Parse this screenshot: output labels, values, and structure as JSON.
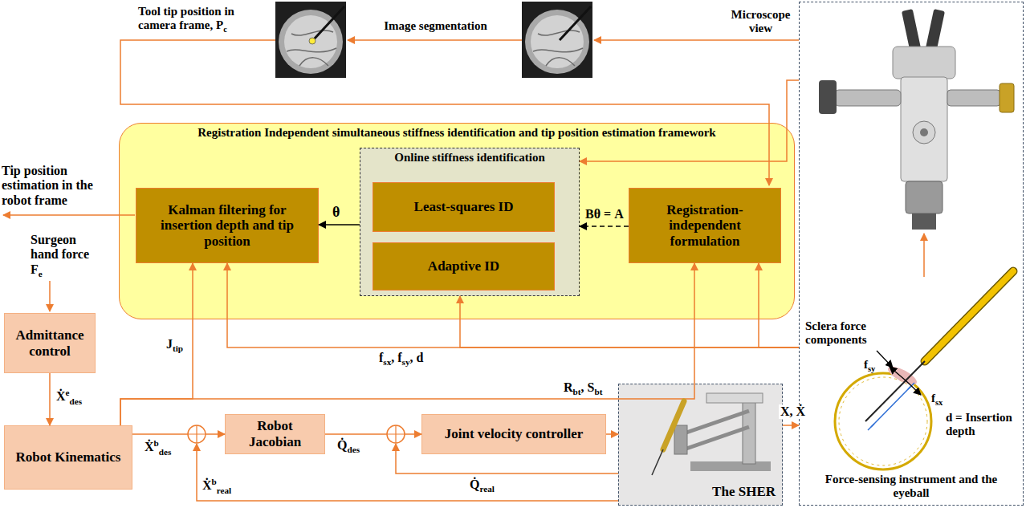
{
  "diagram": {
    "nodes": [
      {
        "text": [
          "Registration Independent simultaneous stiffness identification and tip position estimation framework"
        ]
      },
      {
        "text": [
          "Kalman filtering for insertion depth and tip position"
        ],
        "in": 0
      },
      {
        "text": [
          "Online stiffness identification"
        ],
        "in": 0
      },
      {
        "text": [
          "Least-squares ID"
        ],
        "in": 2
      },
      {
        "text": [
          "Adaptive ID"
        ],
        "in": 2
      },
      {
        "text": [
          "Registration-independent formulation"
        ],
        "in": 0
      },
      {
        "text": [
          "Admittance control"
        ]
      },
      {
        "text": [
          "Robot Kinematics"
        ]
      },
      {
        "text": [
          "Robot Jacobian"
        ]
      },
      {
        "text": [
          "Joint velocity controller"
        ]
      },
      {
        "text": [
          "The SHER"
        ]
      },
      {
        "text": [
          "Force-sensing instrument and the eyeball"
        ]
      }
    ],
    "edges": [
      {
        "from": 2,
        "to": 1,
        "arrow": "to",
        "label": "θ"
      },
      {
        "from": 5,
        "to": 2,
        "arrow": "to",
        "label": "Bθ = A"
      },
      {
        "from": 11,
        "to": 2,
        "arrow": "to"
      },
      {
        "from": 11,
        "to": 1,
        "arrow": "to"
      },
      {
        "from": 11,
        "to": 2,
        "arrow": "to",
        "label": "fsx, fsy, d"
      },
      {
        "from": 11,
        "to": 5,
        "arrow": "to"
      },
      {
        "from": 7,
        "to": 1,
        "arrow": "to",
        "label": "Jtip"
      },
      {
        "from": 7,
        "to": 5,
        "arrow": "to",
        "label": "Rbt, Sbt"
      },
      {
        "from": 6,
        "to": 7,
        "arrow": "to",
        "label": "Ẋedes"
      },
      {
        "from": 7,
        "to": 8,
        "arrow": "to",
        "label": "Ẋbdes"
      },
      {
        "from": 8,
        "to": 9,
        "arrow": "to",
        "label": "Q̇des"
      },
      {
        "from": 9,
        "to": 10,
        "arrow": "to"
      },
      {
        "from": 10,
        "to": 11,
        "arrow": "to",
        "label": "X, Ẋ"
      }
    ],
    "labels": [
      "Tool tip position in camera frame, Pc",
      "Image segmentation",
      "Microscope view",
      "Tip position estimation in the robot frame",
      "Surgeon hand force Fe",
      "Ẋbreal",
      "Q̇real",
      "Sclera force components",
      "fsy",
      "fsx",
      "d = Insertion depth"
    ]
  }
}
